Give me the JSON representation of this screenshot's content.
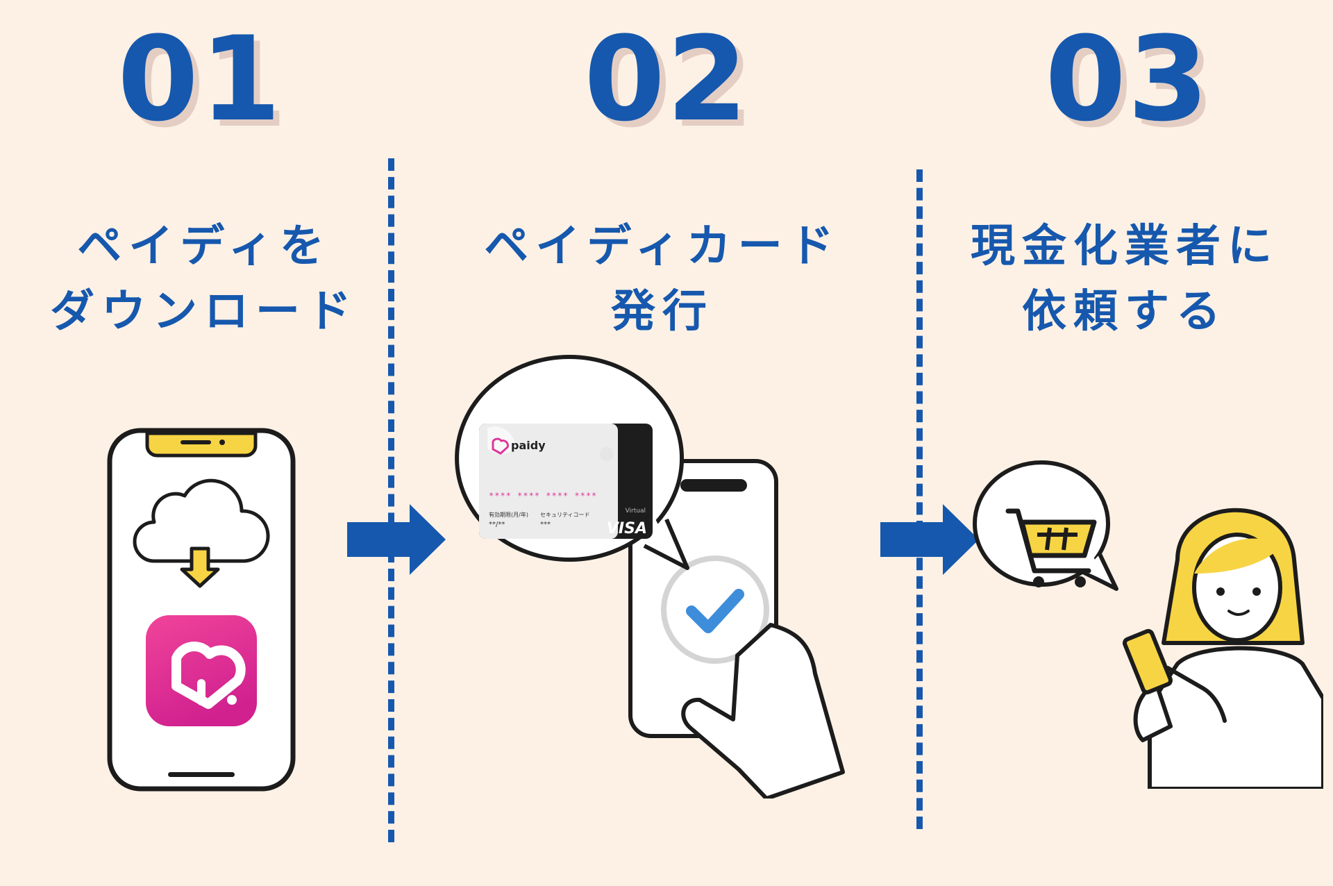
{
  "steps": [
    {
      "number": "01",
      "title_line1": "ペイディを",
      "title_line2": "ダウンロード"
    },
    {
      "number": "02",
      "title_line1": "ペイディカード",
      "title_line2": "発行"
    },
    {
      "number": "03",
      "title_line1": "現金化業者に",
      "title_line2": "依頼する"
    }
  ],
  "card": {
    "brand": "paidy",
    "number_mask": "**** **** **** ****",
    "expiry_label": "有効期限(月/年)",
    "expiry_value": "**/**",
    "security_label": "セキュリティコード",
    "security_value": "***",
    "virtual_label": "Virtual",
    "network": "VISA"
  },
  "colors": {
    "background": "#fdf1e5",
    "primary_blue": "#1658ad",
    "number_shadow": "#e4cec4",
    "paidy_pink": "#e0359a",
    "accent_yellow": "#f7d444"
  }
}
